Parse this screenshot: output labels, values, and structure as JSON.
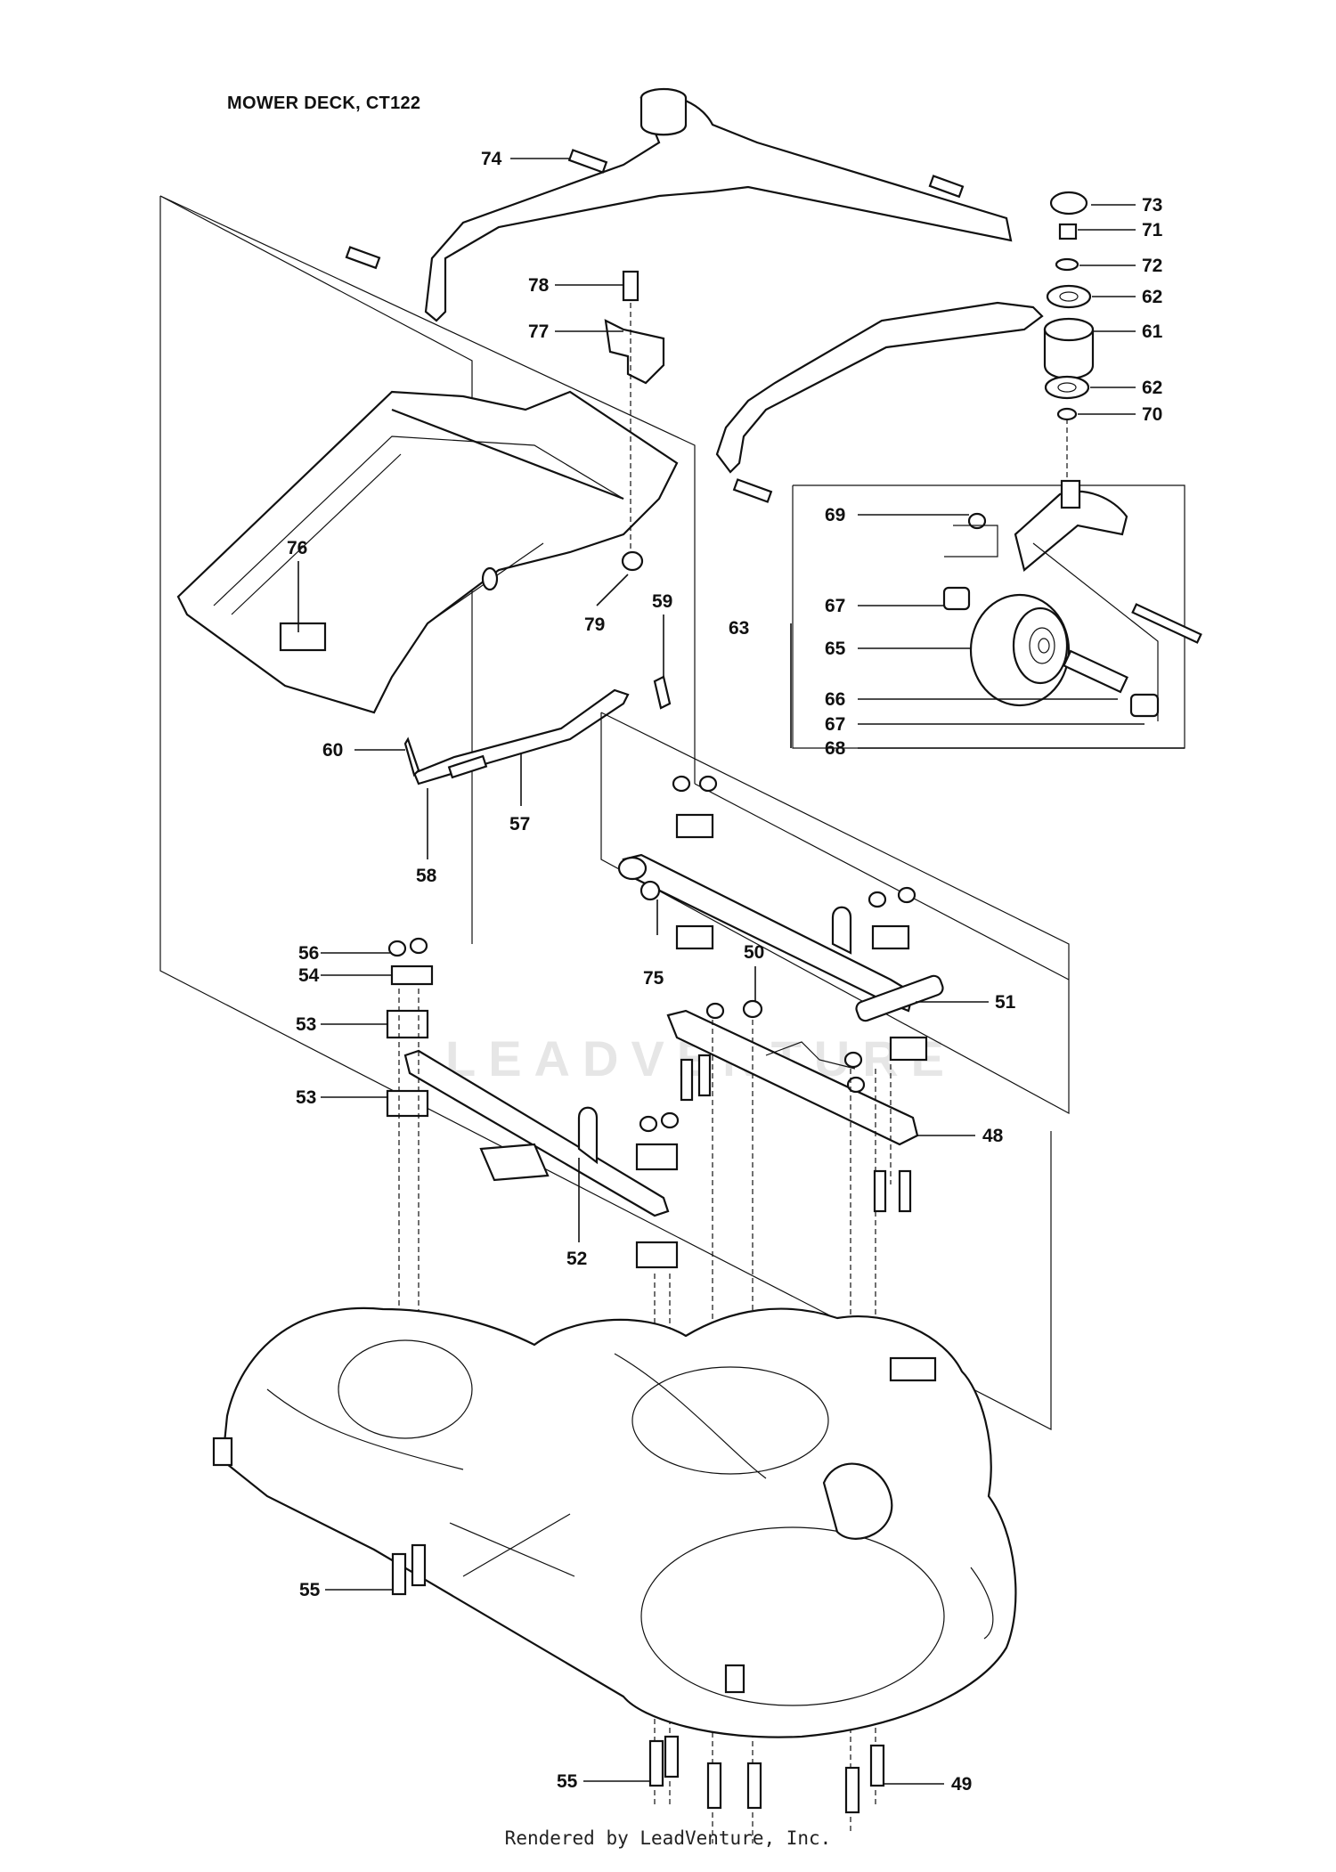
{
  "title": "MOWER DECK, CT122",
  "footer": "Rendered by LeadVenture, Inc.",
  "watermark": "LEADVENTURE",
  "callouts": {
    "c74": "74",
    "c78": "78",
    "c77": "77",
    "c76": "76",
    "c79": "79",
    "c59": "59",
    "c60": "60",
    "c57": "57",
    "c58": "58",
    "c73": "73",
    "c71": "71",
    "c72": "72",
    "c62a": "62",
    "c61": "61",
    "c62b": "62",
    "c70": "70",
    "c69": "69",
    "c67a": "67",
    "c63": "63",
    "c65": "65",
    "c66": "66",
    "c67b": "67",
    "c68": "68",
    "c75": "75",
    "c50": "50",
    "c51": "51",
    "c48": "48",
    "c56": "56",
    "c54": "54",
    "c53a": "53",
    "c53b": "53",
    "c52": "52",
    "c55a": "55",
    "c55b": "55",
    "c49": "49"
  }
}
